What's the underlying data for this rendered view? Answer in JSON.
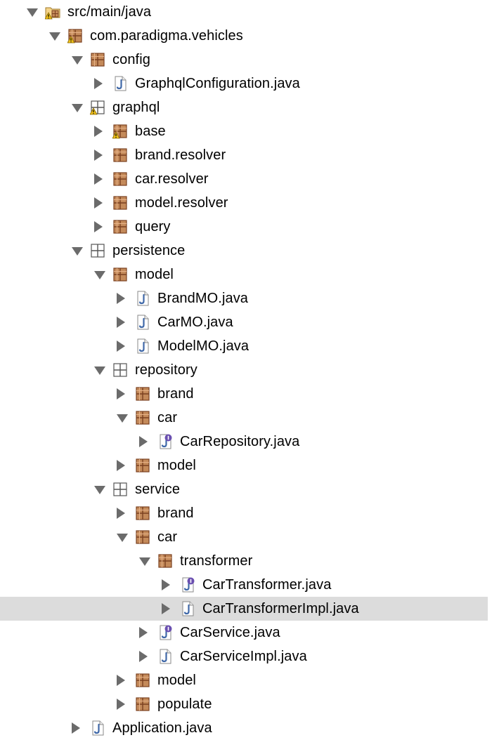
{
  "package_explorer": {
    "colors": {
      "package_fill": "#c48a5a",
      "package_stroke": "#7a4020",
      "java_file_stroke": "#3f68a8",
      "interface_badge": "#6a4fb0",
      "warning": "#f2c21b",
      "selected_row": "#dcdcdc"
    },
    "items": [
      {
        "label": "src/main/java",
        "icon": "source-folder-warning-icon",
        "level": 0,
        "state": "expanded"
      },
      {
        "label": "com.paradigma.vehicles",
        "icon": "package-warning-icon",
        "level": 1,
        "state": "expanded"
      },
      {
        "label": "config",
        "icon": "package-icon",
        "level": 2,
        "state": "expanded"
      },
      {
        "label": "GraphqlConfiguration.java",
        "icon": "java-file-icon",
        "level": 3,
        "state": "collapsed"
      },
      {
        "label": "graphql",
        "icon": "empty-package-warning-icon",
        "level": 2,
        "state": "expanded"
      },
      {
        "label": "base",
        "icon": "package-warning-icon",
        "level": 3,
        "state": "collapsed"
      },
      {
        "label": "brand.resolver",
        "icon": "package-icon",
        "level": 3,
        "state": "collapsed"
      },
      {
        "label": "car.resolver",
        "icon": "package-icon",
        "level": 3,
        "state": "collapsed"
      },
      {
        "label": "model.resolver",
        "icon": "package-icon",
        "level": 3,
        "state": "collapsed"
      },
      {
        "label": "query",
        "icon": "package-icon",
        "level": 3,
        "state": "collapsed"
      },
      {
        "label": "persistence",
        "icon": "empty-package-icon",
        "level": 2,
        "state": "expanded"
      },
      {
        "label": "model",
        "icon": "package-icon",
        "level": 3,
        "state": "expanded"
      },
      {
        "label": "BrandMO.java",
        "icon": "java-file-icon",
        "level": 4,
        "state": "collapsed"
      },
      {
        "label": "CarMO.java",
        "icon": "java-file-icon",
        "level": 4,
        "state": "collapsed"
      },
      {
        "label": "ModelMO.java",
        "icon": "java-file-icon",
        "level": 4,
        "state": "collapsed"
      },
      {
        "label": "repository",
        "icon": "empty-package-icon",
        "level": 3,
        "state": "expanded"
      },
      {
        "label": "brand",
        "icon": "package-icon",
        "level": 4,
        "state": "collapsed"
      },
      {
        "label": "car",
        "icon": "package-icon",
        "level": 4,
        "state": "expanded"
      },
      {
        "label": "CarRepository.java",
        "icon": "java-interface-icon",
        "level": 5,
        "state": "collapsed"
      },
      {
        "label": "model",
        "icon": "package-icon",
        "level": 4,
        "state": "collapsed"
      },
      {
        "label": "service",
        "icon": "empty-package-icon",
        "level": 3,
        "state": "expanded"
      },
      {
        "label": "brand",
        "icon": "package-icon",
        "level": 4,
        "state": "collapsed"
      },
      {
        "label": "car",
        "icon": "package-icon",
        "level": 4,
        "state": "expanded"
      },
      {
        "label": "transformer",
        "icon": "package-icon",
        "level": 5,
        "state": "expanded"
      },
      {
        "label": "CarTransformer.java",
        "icon": "java-interface-icon",
        "level": 6,
        "state": "collapsed"
      },
      {
        "label": "CarTransformerImpl.java",
        "icon": "java-file-icon",
        "level": 6,
        "state": "collapsed",
        "selected": true
      },
      {
        "label": "CarService.java",
        "icon": "java-interface-icon",
        "level": 5,
        "state": "collapsed"
      },
      {
        "label": "CarServiceImpl.java",
        "icon": "java-file-icon",
        "level": 5,
        "state": "collapsed"
      },
      {
        "label": "model",
        "icon": "package-icon",
        "level": 4,
        "state": "collapsed"
      },
      {
        "label": "populate",
        "icon": "package-icon",
        "level": 4,
        "state": "collapsed"
      },
      {
        "label": "Application.java",
        "icon": "java-file-icon",
        "level": 2,
        "state": "collapsed"
      }
    ]
  }
}
